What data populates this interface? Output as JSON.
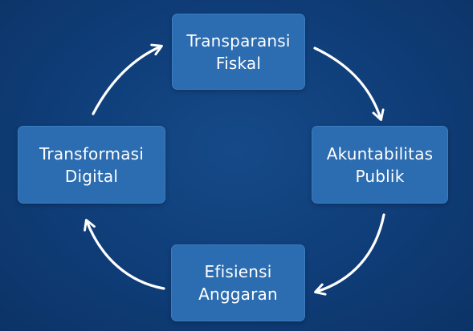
{
  "diagram": {
    "nodes": [
      {
        "id": "transparansi-fiskal",
        "lines": [
          "Transparansi",
          "Fiskal"
        ]
      },
      {
        "id": "akuntabilitas-publik",
        "lines": [
          "Akuntabilitas",
          "Publik"
        ]
      },
      {
        "id": "efisiensi-anggaran",
        "lines": [
          "Efisiensi",
          "Anggaran"
        ]
      },
      {
        "id": "transformasi-digital",
        "lines": [
          "Transformasi",
          "Digital"
        ]
      }
    ],
    "cycle": [
      {
        "from": "transparansi-fiskal",
        "to": "akuntabilitas-publik"
      },
      {
        "from": "akuntabilitas-publik",
        "to": "efisiensi-anggaran"
      },
      {
        "from": "efisiensi-anggaran",
        "to": "transformasi-digital"
      },
      {
        "from": "transformasi-digital",
        "to": "transparansi-fiskal"
      }
    ],
    "colors": {
      "background": "#0f3d78",
      "node_fill": "#2c6cb0",
      "node_text": "#ffffff",
      "arrow": "#ffffff"
    }
  }
}
